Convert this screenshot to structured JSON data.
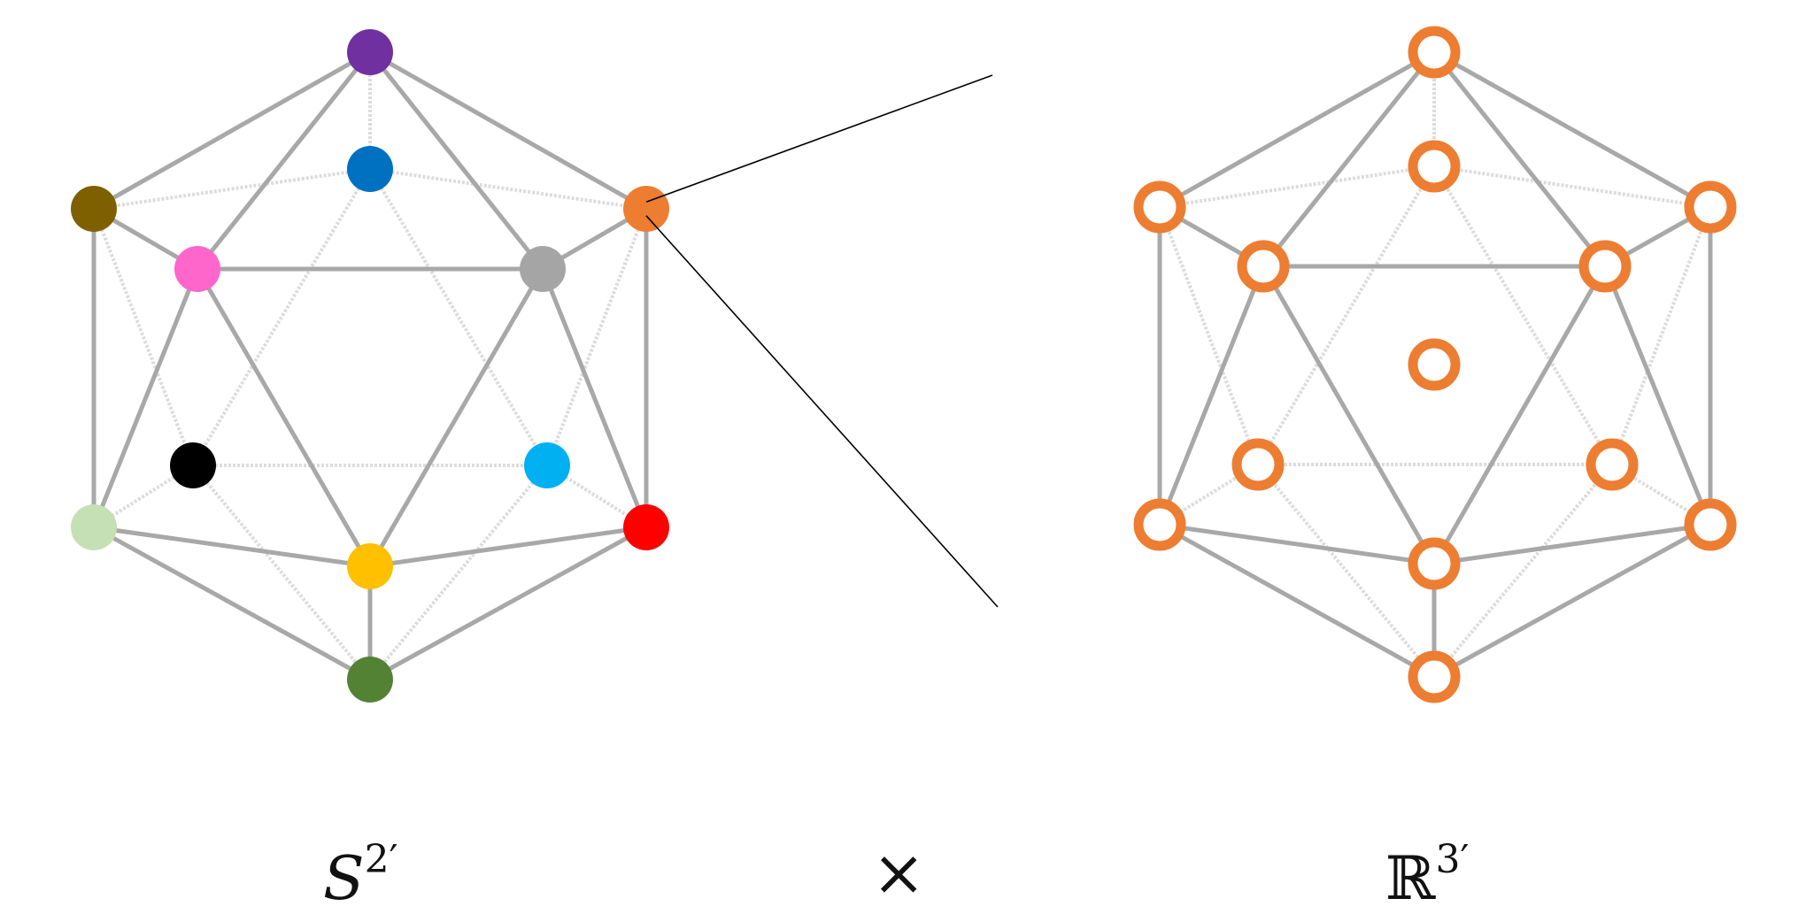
{
  "labels": {
    "left_base": "S",
    "left_sup": "2′",
    "times": "×",
    "right_base": "ℝ",
    "right_sup": "3′"
  },
  "colors": {
    "edge_front": "#a8a8a8",
    "edge_back": "#dcdcdc",
    "zoom_line": "#000000",
    "ring": "#ed7d31"
  },
  "left_nodes": [
    {
      "id": "top",
      "color": "#7030a0"
    },
    {
      "id": "upper-back",
      "color": "#0070c0"
    },
    {
      "id": "upper-left",
      "color": "#7f6000"
    },
    {
      "id": "upper-right",
      "color": "#ed7d31"
    },
    {
      "id": "upper-front-left",
      "color": "#ff66cc"
    },
    {
      "id": "upper-front-right",
      "color": "#a5a5a5"
    },
    {
      "id": "lower-back-left",
      "color": "#000000"
    },
    {
      "id": "lower-back-right",
      "color": "#00b0f0"
    },
    {
      "id": "lower-left",
      "color": "#c5e0b4"
    },
    {
      "id": "lower-right",
      "color": "#ff0000"
    },
    {
      "id": "lower-front",
      "color": "#ffc000"
    },
    {
      "id": "bottom",
      "color": "#548235"
    }
  ]
}
